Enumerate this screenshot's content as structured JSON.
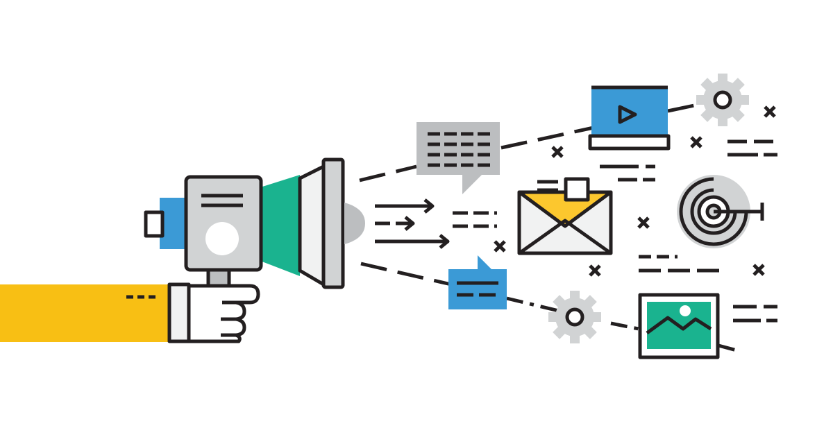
{
  "illustration": {
    "theme": "digital marketing megaphone broadcasting content",
    "colors": {
      "outline": "#231f20",
      "sleeve_yellow": "#f8bf14",
      "blue": "#3b9ad6",
      "green": "#1ab38f",
      "light_gray": "#d1d3d4",
      "mid_gray": "#bcbec0",
      "pale_gray": "#f1f2f2",
      "envelope_yellow": "#fcc72e",
      "white": "#ffffff"
    },
    "elements": [
      "arm-sleeve",
      "hand",
      "megaphone",
      "gray-speech-bubble",
      "video-player",
      "gear-icon",
      "email-envelope",
      "target-icon",
      "blue-chat-bubble",
      "image-frame"
    ]
  }
}
